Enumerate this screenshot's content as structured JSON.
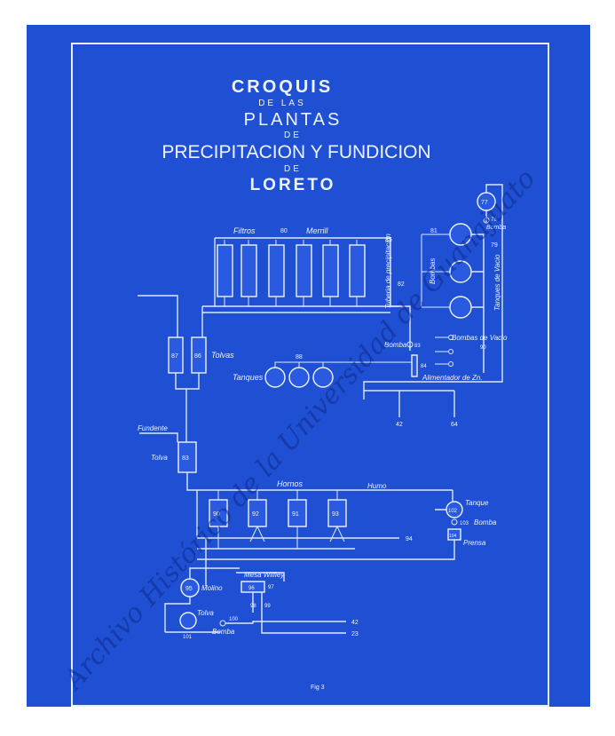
{
  "title": {
    "line1": "CROQUIS",
    "line2": "DE LAS",
    "line3": "PLANTAS",
    "line4": "DE",
    "line5": "PRECIPITACION  Y  FUNDICION",
    "line6": "DE",
    "line7": "LORETO"
  },
  "labels": {
    "filtros": "Filtros",
    "filtros_num": "80",
    "merrill": "Merrill",
    "tolvas": "Tolvas",
    "tolva_a": "87",
    "tolva_b": "86",
    "tanques": "Tanques",
    "tanques_num": "88",
    "tuberia": "Tuberia de precipitacion",
    "tuberia_num": "82",
    "bombas": "Bombas",
    "bombas_num": "81",
    "tanques_vacio": "Tanques de Vacio",
    "tanques_vacio_num": "79",
    "bomba_top_num": "77",
    "bomba_top_num2": "78",
    "bomba_top": "Bomba",
    "bombas_vacio": "Bombas de Vacio",
    "bombas_vacio_num": "90",
    "bomba_mid": "Bomba",
    "bomba_mid_num": "83",
    "alimentador_num": "84",
    "alimentador": "Alimentador de Zn.",
    "out_42a": "42",
    "out_64": "64",
    "fundente": "Fundente",
    "tolva": "Tolva",
    "tolva_num": "83",
    "hornos": "Hornos",
    "horno_1": "90",
    "horno_2": "92",
    "horno_3": "91",
    "horno_4": "93",
    "humo": "Humo",
    "tanque": "Tanque",
    "tanque_num": "102",
    "bomba_right_num": "103",
    "bomba_right": "Bomba",
    "prensa_num": "104",
    "prensa": "Prensa",
    "out_94": "94",
    "molino_num": "95",
    "molino": "Molino",
    "mesa": "Mesa Wilfley",
    "mesa_num": "96",
    "mesa_num2": "97",
    "pipe_98": "98",
    "pipe_99": "99",
    "tolva_bottom": "Tolva",
    "tolva_bottom_num": "100",
    "bomba_bottom": "Bomba",
    "wheel_num": "101",
    "out_42b": "42",
    "out_23": "23",
    "fig": "Fig 3"
  },
  "watermark": "Archivo Histórico de la Universidad de Guanajuato",
  "colors": {
    "paper": "#1f4fd3",
    "lines": "#eef4ff",
    "watermark": "#0d2a8a"
  }
}
